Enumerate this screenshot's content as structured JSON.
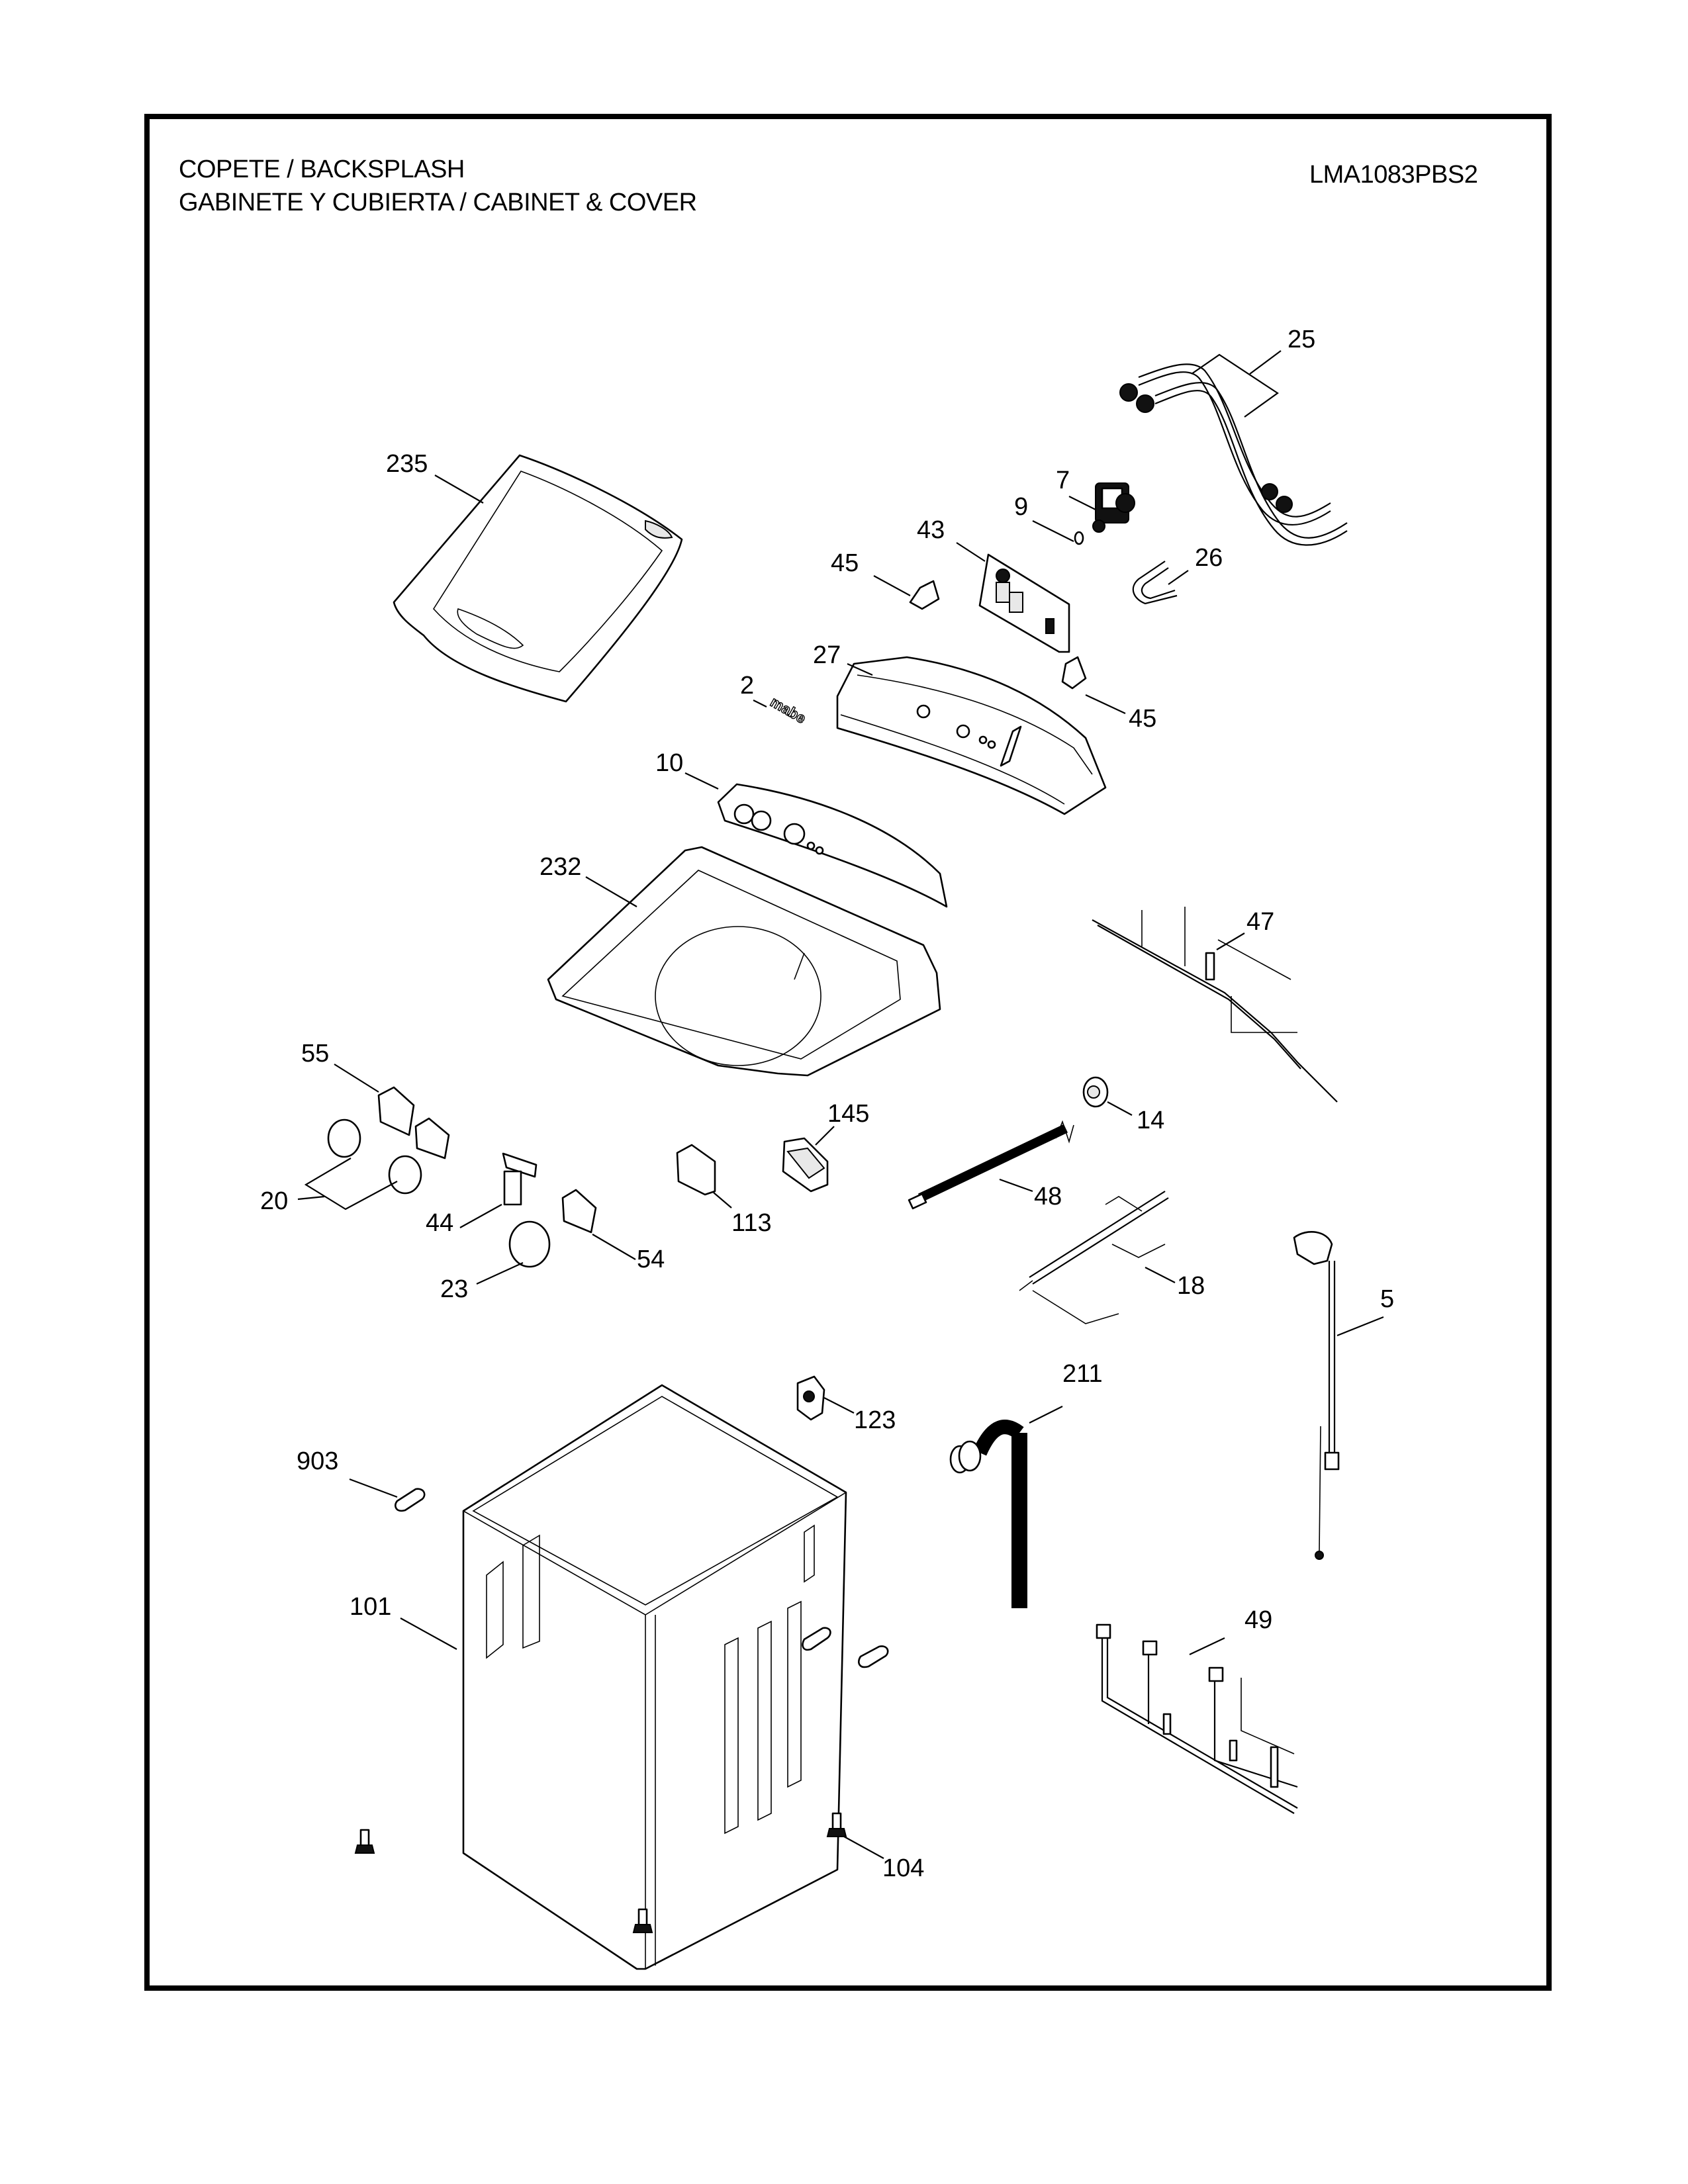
{
  "header": {
    "title_line1": "COPETE / BACKSPLASH",
    "title_line2": "GABINETE Y CUBIERTA / CABINET & COVER",
    "model_number": "LMA1083PBS2"
  },
  "parts": {
    "p25": {
      "ref": "25",
      "name": "inlet-hoses"
    },
    "p7": {
      "ref": "7",
      "name": "water-inlet-valve"
    },
    "p9": {
      "ref": "9",
      "name": "valve-clip"
    },
    "p26": {
      "ref": "26",
      "name": "hose-u-bend"
    },
    "p235": {
      "ref": "235",
      "name": "lid"
    },
    "p43": {
      "ref": "43",
      "name": "control-board"
    },
    "p45a": {
      "ref": "45",
      "name": "board-bracket-left"
    },
    "p45b": {
      "ref": "45",
      "name": "board-bracket-right"
    },
    "p27": {
      "ref": "27",
      "name": "backsplash-housing"
    },
    "p2": {
      "ref": "2",
      "name": "mabe-nameplate",
      "text": "mabe"
    },
    "p10": {
      "ref": "10",
      "name": "control-panel-overlay"
    },
    "p232": {
      "ref": "232",
      "name": "top-cover"
    },
    "p47": {
      "ref": "47",
      "name": "wire-harness-upper"
    },
    "p55": {
      "ref": "55",
      "name": "selector-switches"
    },
    "p20": {
      "ref": "20",
      "name": "knobs-pair"
    },
    "p14": {
      "ref": "14",
      "name": "pressure-switch"
    },
    "p145": {
      "ref": "145",
      "name": "lid-lock"
    },
    "p113": {
      "ref": "113",
      "name": "lid-switch"
    },
    "p48": {
      "ref": "48",
      "name": "cable-sleeve"
    },
    "p44": {
      "ref": "44",
      "name": "push-button"
    },
    "p54": {
      "ref": "54",
      "name": "selector-switch-single"
    },
    "p23": {
      "ref": "23",
      "name": "timer-knob"
    },
    "p18": {
      "ref": "18",
      "name": "wire-harness-middle"
    },
    "p5": {
      "ref": "5",
      "name": "power-cord"
    },
    "p211": {
      "ref": "211",
      "name": "drain-hose"
    },
    "p123": {
      "ref": "123",
      "name": "hose-bracket"
    },
    "p903": {
      "ref": "903",
      "name": "handle-plug"
    },
    "p101": {
      "ref": "101",
      "name": "cabinet"
    },
    "p49": {
      "ref": "49",
      "name": "wire-harness-lower"
    },
    "p104": {
      "ref": "104",
      "name": "leveling-legs"
    }
  }
}
